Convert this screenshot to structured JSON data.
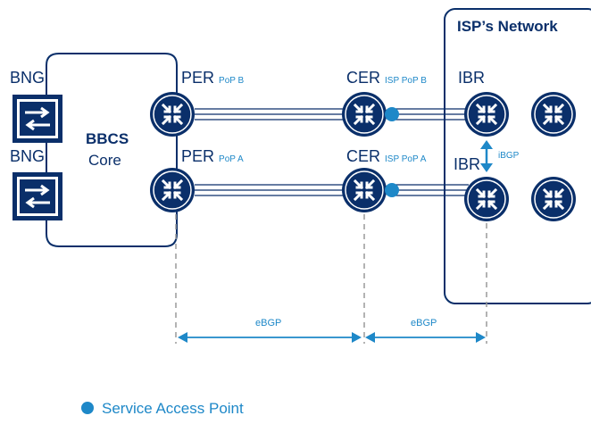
{
  "bbcs": {
    "title": "BBCS",
    "subtitle": "Core",
    "bng1": "BNG",
    "bng2": "BNG"
  },
  "isp": {
    "title": "ISP’s Network"
  },
  "routers": {
    "per_b": {
      "name": "PER",
      "sub": "PoP B"
    },
    "per_a": {
      "name": "PER",
      "sub": "PoP A"
    },
    "cer_b": {
      "name": "CER",
      "sub": "ISP PoP B"
    },
    "cer_a": {
      "name": "CER",
      "sub": "ISP PoP A"
    },
    "ibr_top": {
      "name": "IBR"
    },
    "ibr_bottom": {
      "name": "IBR"
    }
  },
  "ibgp_label": "iBGP",
  "ebgp_left_label": "eBGP",
  "ebgp_right_label": "eBGP",
  "legend": {
    "label": "Service Access Point",
    "color": "#1e88c8"
  },
  "colors": {
    "navy": "#0a2f6a",
    "accent": "#1e88c8",
    "gray": "#9a9a9a"
  }
}
